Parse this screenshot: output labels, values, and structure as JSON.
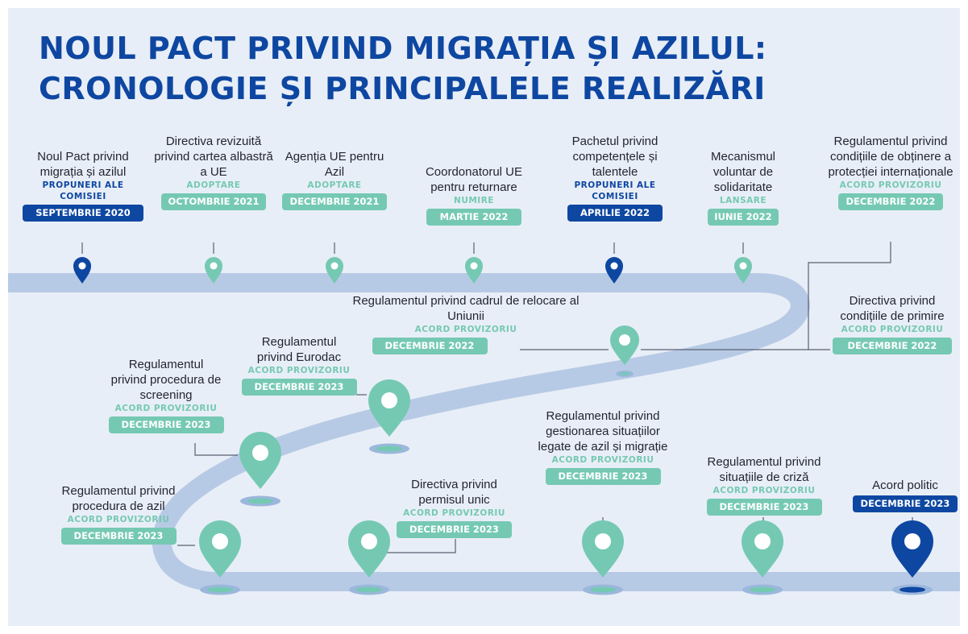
{
  "title": {
    "line1": "NOUL PACT PRIVIND MIGRAȚIA ȘI AZILUL:",
    "line2": "CRONOLOGIE ȘI PRINCIPALELE REALIZĂRI"
  },
  "colors": {
    "title": "#0e47a1",
    "dark_blue": "#0e47a1",
    "teal": "#75c9b3",
    "road": "#b7cae5",
    "background": "#e8eef7"
  },
  "milestones": [
    {
      "id": "pact",
      "label": "Noul Pact privind migrația și azilul",
      "status": "PROPUNERI ALE COMISIEI",
      "date": "SEPTEMBRIE 2020",
      "pin_icon": "location-pin-icon",
      "color": "dark_blue"
    },
    {
      "id": "blue-card",
      "label": "Directiva revizuită privind cartea albastră a UE",
      "status": "ADOPTARE",
      "date": "OCTOMBRIE 2021",
      "pin_icon": "location-pin-icon",
      "color": "teal"
    },
    {
      "id": "asylum-agency",
      "label": "Agenția UE pentru Azil",
      "status": "ADOPTARE",
      "date": "DECEMBRIE 2021",
      "pin_icon": "location-pin-icon",
      "color": "teal"
    },
    {
      "id": "return-coordinator",
      "label": "Coordonatorul UE pentru returnare",
      "status": "NUMIRE",
      "date": "MARTIE 2022",
      "pin_icon": "location-pin-icon",
      "color": "teal"
    },
    {
      "id": "skills-package",
      "label": "Pachetul privind competențele și talentele",
      "status": "PROPUNERI ALE COMISIEI",
      "date": "APRILIE 2022",
      "pin_icon": "location-pin-icon",
      "color": "dark_blue"
    },
    {
      "id": "solidarity",
      "label": "Mecanismul voluntar de solidaritate",
      "status": "LANSARE",
      "date": "IUNIE 2022",
      "pin_icon": "location-pin-icon",
      "color": "teal"
    },
    {
      "id": "qualification",
      "label": "Regulamentul privind condițiile de obținere a protecției internaționale",
      "status": "ACORD PROVIZORIU",
      "date": "DECEMBRIE 2022",
      "pin_icon": "location-pin-icon",
      "color": "teal"
    },
    {
      "id": "reception",
      "label": "Directiva privind condițiile de primire",
      "status": "ACORD PROVIZORIU",
      "date": "DECEMBRIE 2022",
      "pin_icon": "location-pin-icon",
      "color": "teal"
    },
    {
      "id": "resettlement",
      "label": "Regulamentul privind cadrul de relocare al Uniunii",
      "status": "ACORD PROVIZORIU",
      "date": "DECEMBRIE 2022",
      "pin_icon": "location-pin-icon",
      "color": "teal"
    },
    {
      "id": "eurodac",
      "label": "Regulamentul privind Eurodac",
      "status": "ACORD PROVIZORIU",
      "date": "DECEMBRIE 2023",
      "pin_icon": "location-pin-icon",
      "color": "teal"
    },
    {
      "id": "screening",
      "label": "Regulamentul privind procedura de screening",
      "status": "ACORD PROVIZORIU",
      "date": "DECEMBRIE 2023",
      "pin_icon": "location-pin-icon",
      "color": "teal"
    },
    {
      "id": "asylum-procedure",
      "label": "Regulamentul privind procedura de azil",
      "status": "ACORD PROVIZORIU",
      "date": "DECEMBRIE 2023",
      "pin_icon": "location-pin-icon",
      "color": "teal"
    },
    {
      "id": "single-permit",
      "label": "Directiva privind permisul unic",
      "status": "ACORD PROVIZORIU",
      "date": "DECEMBRIE 2023",
      "pin_icon": "location-pin-icon",
      "color": "teal"
    },
    {
      "id": "asylum-migration-management",
      "label": "Regulamentul privind gestionarea situațiilor legate de azil și migrație",
      "status": "ACORD PROVIZORIU",
      "date": "DECEMBRIE 2023",
      "pin_icon": "location-pin-icon",
      "color": "teal"
    },
    {
      "id": "crisis",
      "label": "Regulamentul privind situațiile de criză",
      "status": "ACORD PROVIZORIU",
      "date": "DECEMBRIE 2023",
      "pin_icon": "location-pin-icon",
      "color": "teal"
    },
    {
      "id": "political-agreement",
      "label": "Acord politic",
      "status": "",
      "date": "DECEMBRIE 2023",
      "pin_icon": "location-pin-icon",
      "color": "dark_blue"
    }
  ]
}
